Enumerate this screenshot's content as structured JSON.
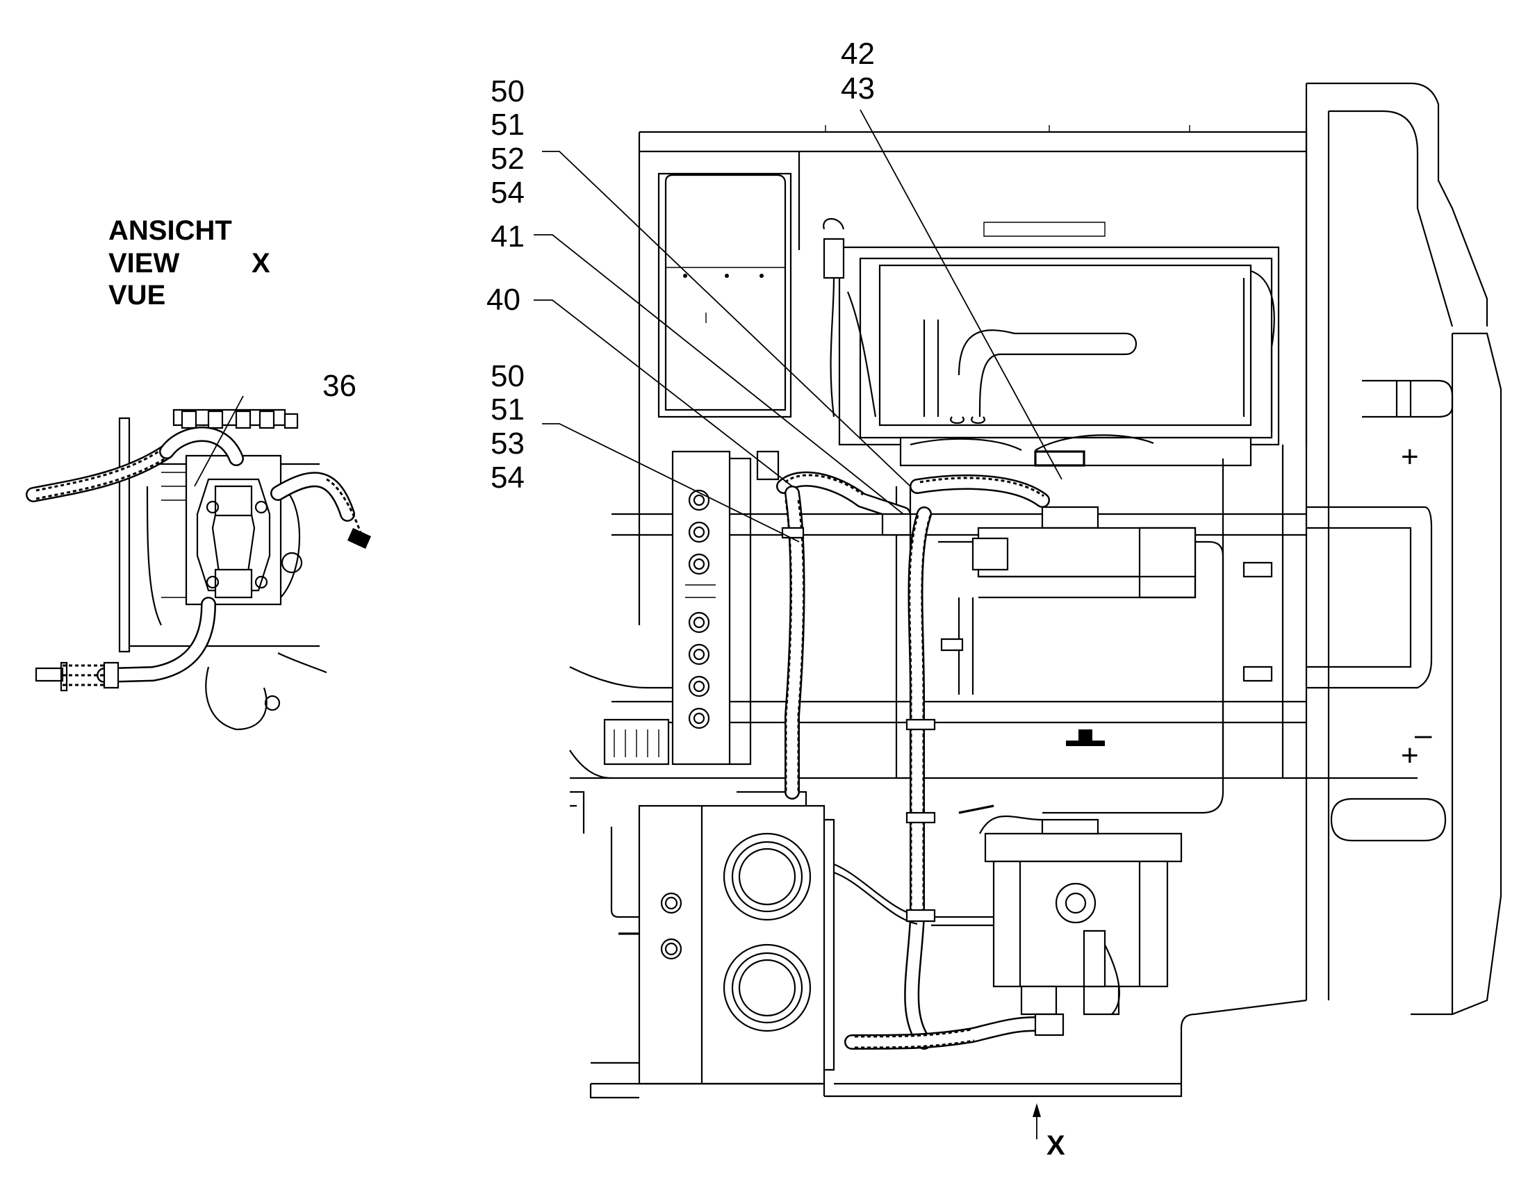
{
  "view": {
    "title_lines": [
      "ANSICHT",
      "VIEW",
      "VUE"
    ],
    "letter": "X"
  },
  "callouts": {
    "c36": "36",
    "c42": "42",
    "c43": "43",
    "group1": [
      "50",
      "51",
      "52",
      "54"
    ],
    "c41": "41",
    "c40": "40",
    "group2": [
      "50",
      "51",
      "53",
      "54"
    ]
  },
  "view_arrow": {
    "letter": "X"
  },
  "panel_marks": {
    "plus_upper": "+",
    "minus": "–",
    "plus_lower": "+"
  }
}
